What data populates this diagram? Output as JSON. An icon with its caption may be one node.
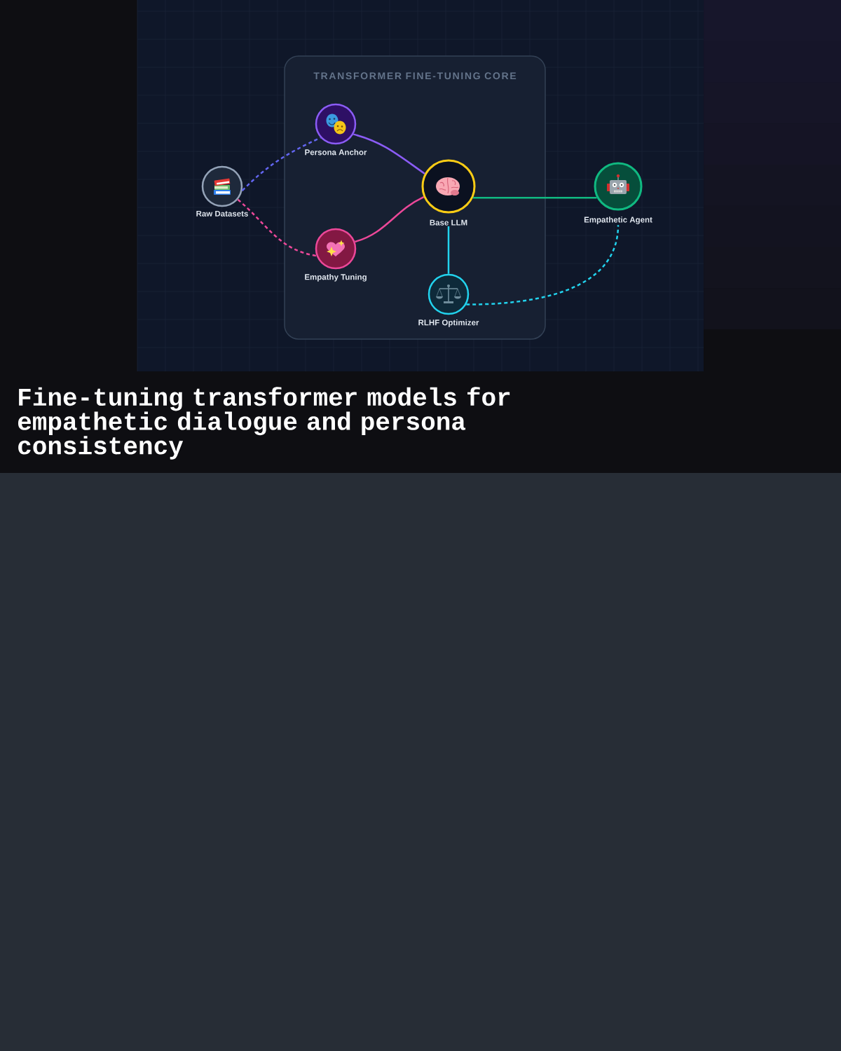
{
  "diagram": {
    "title": "Fine-tuning transformer models for empathetic dialogue and persona consistency",
    "nodes": [
      {
        "text": [
          "TRANSFORMER FINE-TUNING CORE"
        ]
      },
      {
        "text": [
          "Raw Datasets"
        ]
      },
      {
        "text": [
          "Persona Anchor"
        ],
        "in": 0
      },
      {
        "text": [
          "Empathy Tuning"
        ],
        "in": 0
      },
      {
        "text": [
          "Base LLM"
        ],
        "in": 0
      },
      {
        "text": [
          "RLHF Optimizer"
        ],
        "in": 0
      },
      {
        "text": [
          "Empathetic Agent"
        ]
      }
    ],
    "edges": [
      {
        "from": 1,
        "to": 2,
        "arrow": "none",
        "style": "dashed",
        "color": "#6366f1"
      },
      {
        "from": 1,
        "to": 3,
        "arrow": "none",
        "style": "dashed",
        "color": "#ec4899"
      },
      {
        "from": 2,
        "to": 4,
        "arrow": "none",
        "color": "#8b5cf6"
      },
      {
        "from": 3,
        "to": 4,
        "arrow": "none",
        "color": "#ec4899"
      },
      {
        "from": 4,
        "to": 6,
        "arrow": "none",
        "color": "#10b981"
      },
      {
        "from": 4,
        "to": 5,
        "arrow": "none",
        "color": "#22d3ee"
      },
      {
        "from": 5,
        "to": 6,
        "arrow": "none",
        "style": "dashed",
        "color": "#22d3ee"
      }
    ]
  }
}
